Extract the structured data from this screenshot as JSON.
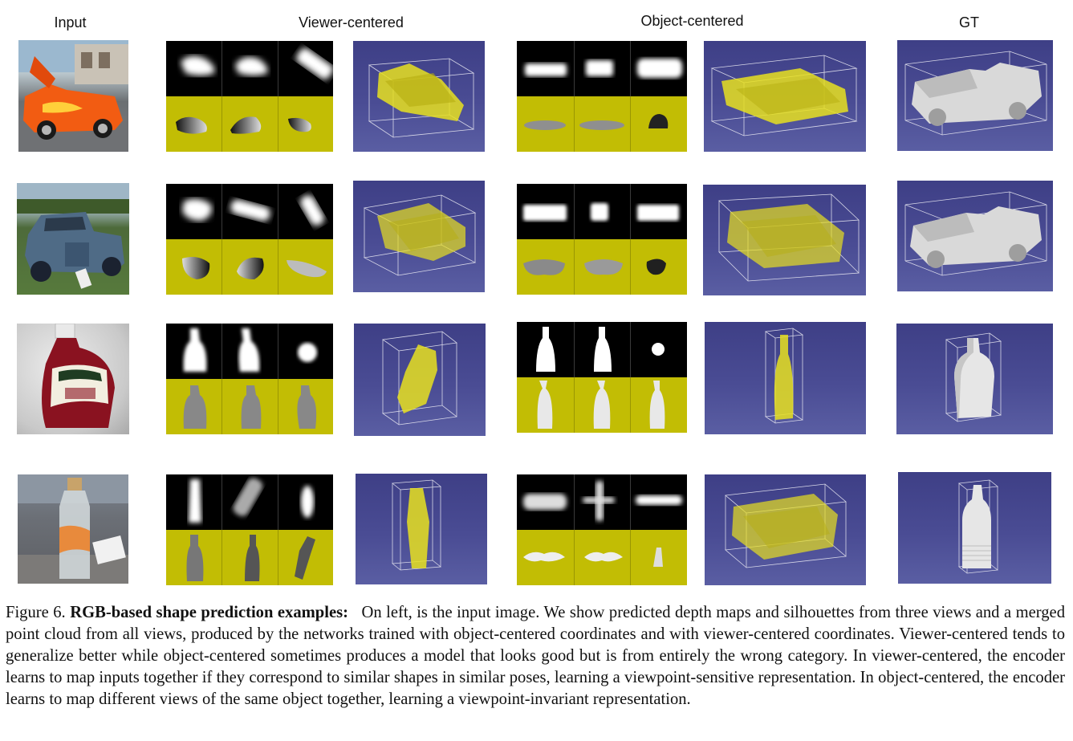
{
  "headers": {
    "input": "Input",
    "viewer": "Viewer-centered",
    "object": "Object-centered",
    "gt": "GT"
  },
  "rows": [
    {
      "subject": "orange pickup truck with flames",
      "gt_shape": "pickup-truck"
    },
    {
      "subject": "vintage blue truck",
      "gt_shape": "pickup-truck"
    },
    {
      "subject": "ketchup bottle",
      "gt_shape": "bottle"
    },
    {
      "subject": "water bottle on table",
      "gt_shape": "bottle"
    }
  ],
  "caption": {
    "figure_label": "Figure 6.",
    "bold_title": "RGB-based shape prediction examples:",
    "body": "On left, is the input image. We show predicted depth maps and silhouettes from three views and a merged point cloud from all views, produced by the networks trained with object-centered coordinates and with viewer-centered coordinates. Viewer-centered tends to generalize better while object-centered sometimes produces a model that looks good but is from entirely the wrong category. In viewer-centered, the encoder learns to map inputs together if they correspond to similar shapes in similar poses, learning a viewpoint-sensitive representation. In object-centered, the encoder learns to map different views of the same object together, learning a viewpoint-invariant representation."
  },
  "colors": {
    "depth_background": "#c2bd04",
    "silhouette_background": "#000000",
    "point_cloud_background": "#4a4c94",
    "point_color": "#e8e020"
  }
}
